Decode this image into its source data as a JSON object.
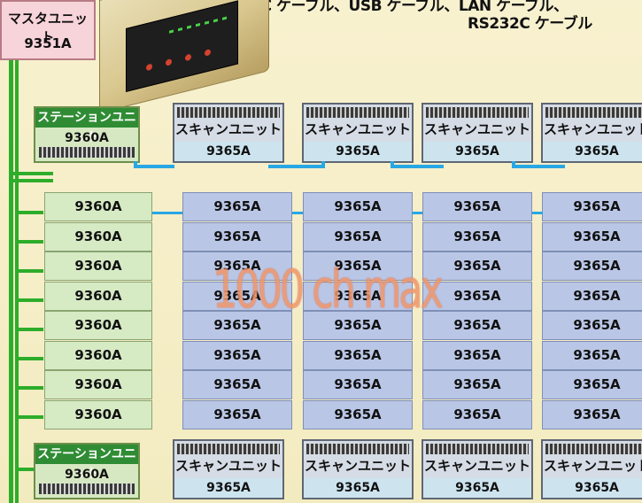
{
  "cables": {
    "line1": "AC ケーブル、USB ケーブル、LAN ケーブル、",
    "line2": "RS232C ケーブル"
  },
  "master": {
    "name": "マスタユニット",
    "model": "9351A"
  },
  "station_unit": {
    "name": "ステーションユニット",
    "model": "9360A"
  },
  "scan_unit": {
    "name": "スキャンユニット",
    "model": "9365A"
  },
  "station_rows": [
    "9360A",
    "9360A",
    "9360A",
    "9360A",
    "9360A",
    "9360A",
    "9360A",
    "9360A"
  ],
  "scan_rows": [
    "9365A",
    "9365A",
    "9365A",
    "9365A",
    "9365A",
    "9365A",
    "9365A",
    "9365A"
  ],
  "max_label": "1000 ch max",
  "colors": {
    "bus": "#2dad2a",
    "link": "#28a7e4",
    "station_fill": "#d6eac4",
    "scan_fill": "#b9c6e6",
    "max_text": "#f0966b"
  }
}
